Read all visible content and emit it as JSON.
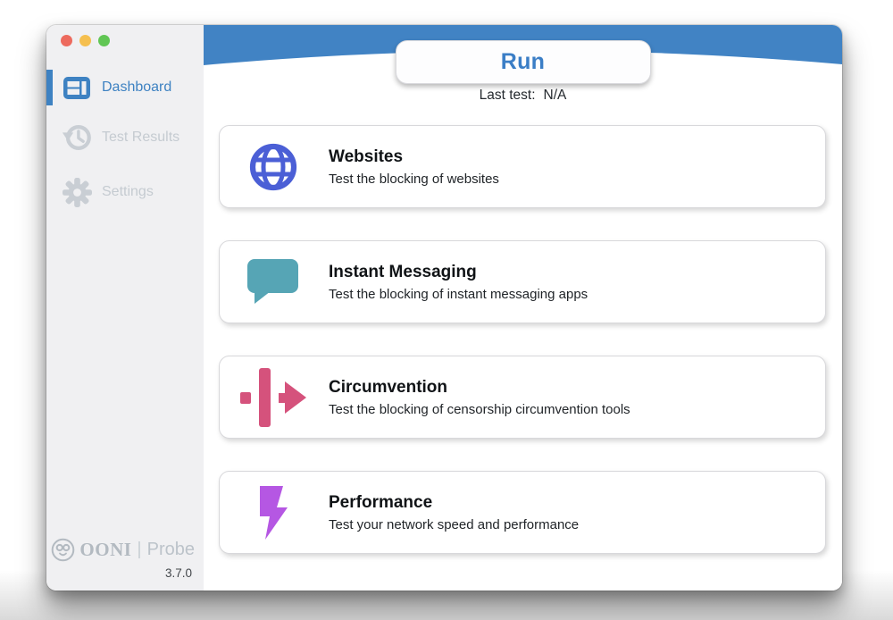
{
  "window": {
    "traffic_lights": [
      {
        "name": "close",
        "color": "#ed6a5e"
      },
      {
        "name": "minimize",
        "color": "#f5bf4f"
      },
      {
        "name": "zoom",
        "color": "#61c654"
      }
    ]
  },
  "sidebar": {
    "items": [
      {
        "label": "Dashboard",
        "icon": "dashboard-icon",
        "active": true
      },
      {
        "label": "Test Results",
        "icon": "history-icon",
        "active": false
      },
      {
        "label": "Settings",
        "icon": "gear-icon",
        "active": false
      }
    ],
    "logo": {
      "brand": "OONI",
      "divider": "|",
      "product": "Probe"
    },
    "version": "3.7.0"
  },
  "header": {
    "run_label": "Run",
    "last_test_label": "Last test:",
    "last_test_value": "N/A",
    "band_color": "#4183c4",
    "run_text_color": "#3b7ec6"
  },
  "cards": [
    {
      "icon": "globe-icon",
      "title": "Websites",
      "subtitle": "Test the blocking of websites",
      "color": "#4b5fd6"
    },
    {
      "icon": "chat-icon",
      "title": "Instant Messaging",
      "subtitle": "Test the blocking of instant messaging apps",
      "color": "#56a5b5"
    },
    {
      "icon": "circumvention-icon",
      "title": "Circumvention",
      "subtitle": "Test the blocking of censorship circumvention tools",
      "color": "#d5527c"
    },
    {
      "icon": "bolt-icon",
      "title": "Performance",
      "subtitle": "Test your network speed and performance",
      "color": "#b557e3"
    }
  ],
  "colors": {
    "accent_blue": "#3e82c2",
    "sidebar_bg": "#f0f0f2",
    "disabled_gray": "#c5cbd1"
  }
}
